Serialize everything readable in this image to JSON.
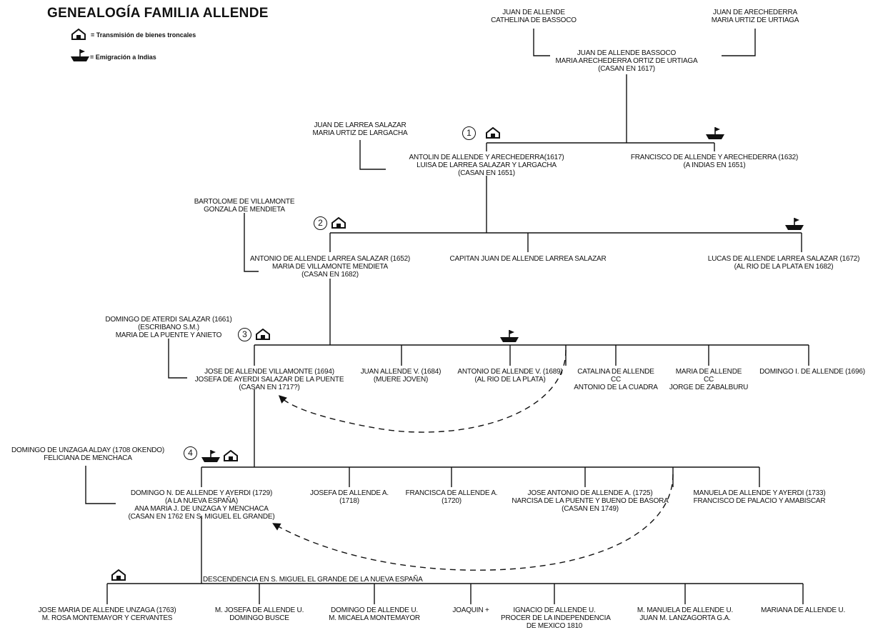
{
  "title": "GENEALOGÍA FAMILIA ALLENDE",
  "legend": {
    "house_label": "= Transmisión de bienes troncales",
    "ship_label": "= Emigración a Indias",
    "house_icon": "house-icon",
    "ship_icon": "ship-icon"
  },
  "markers": [
    "1",
    "2",
    "3",
    "4"
  ],
  "gen0": {
    "left_couple": [
      "JUAN DE ALLENDE",
      "CATHELINA DE BASSOCO"
    ],
    "right_couple": [
      "JUAN DE ARECHEDERRA",
      "MARIA URTIZ DE URTIAGA"
    ],
    "couple": [
      "JUAN  DE  ALLENDE  BASSOCO",
      "MARIA ARECHEDERRA ORTIZ DE URTIAGA",
      "(CASAN EN 1617)"
    ]
  },
  "gen1": {
    "spouse_parents": [
      "JUAN DE LARREA SALAZAR",
      "MARIA URTIZ DE LARGACHA"
    ],
    "heir": [
      "ANTOLIN DE ALLENDE Y ARECHEDERRA(1617)",
      "LUISA DE LARREA SALAZAR Y LARGACHA",
      "(CASAN EN 1651)"
    ],
    "emigrant": [
      "FRANCISCO DE ALLENDE Y ARECHEDERRA (1632)",
      "(A INDIAS EN 1651)"
    ]
  },
  "gen2": {
    "spouse_parents": [
      "BARTOLOME DE VILLAMONTE",
      "GONZALA DE MENDIETA"
    ],
    "heir": [
      "ANTONIO DE ALLENDE LARREA SALAZAR (1652)",
      "MARIA DE VILLAMONTE MENDIETA",
      "(CASAN EN 1682)"
    ],
    "sibling": [
      "CAPITAN JUAN DE ALLENDE LARREA SALAZAR"
    ],
    "emigrant": [
      "LUCAS DE ALLENDE LARREA SALAZAR (1672)",
      "(AL RIO DE LA PLATA  EN 1682)"
    ]
  },
  "gen3": {
    "spouse_parents": [
      "DOMINGO DE ATERDI SALAZAR (1661)",
      "(ESCRIBANO S.M.)",
      "MARIA DE LA PUENTE Y ANIETO"
    ],
    "heir": [
      "JOSE DE ALLENDE VILLAMONTE (1694)",
      "JOSEFA DE AYERDI SALAZAR DE LA PUENTE",
      "(CASAN EN 1717?)"
    ],
    "juan": [
      "JUAN ALLENDE V. (1684)",
      "(MUERE JOVEN)"
    ],
    "antonio": [
      "ANTONIO DE ALLENDE V. (1689)",
      "(AL RIO DE LA PLATA)"
    ],
    "catalina": [
      "CATALINA DE ALLENDE",
      "CC",
      "ANTONIO DE LA CUADRA"
    ],
    "maria": [
      "MARIA DE ALLENDE",
      "CC",
      "JORGE DE ZABALBURU"
    ],
    "domingo": [
      "DOMINGO I. DE ALLENDE (1696)"
    ]
  },
  "gen4": {
    "spouse_parents": [
      "DOMINGO DE UNZAGA ALDAY (1708 OKENDO)",
      "FELICIANA DE MENCHACA"
    ],
    "heir": [
      "DOMINGO N. DE ALLENDE Y AYERDI (1729)",
      "(A LA NUEVA ESPAÑA)",
      "ANA MARIA J. DE UNZAGA Y MENCHACA",
      "(CASAN EN 1762 EN S. MIGUEL EL GRANDE)"
    ],
    "josefa": [
      "JOSEFA DE ALLENDE A.",
      "(1718)"
    ],
    "francisca": [
      "FRANCISCA DE ALLENDE A.",
      "(1720)"
    ],
    "jose_antonio": [
      "JOSE ANTONIO DE ALLENDE A. (1725)",
      "NARCISA DE LA PUENTE Y BUENO DE BASORA",
      "(CASAN EN 1749)"
    ],
    "manuela": [
      "MANUELA DE ALLENDE Y AYERDI (1733)",
      "FRANCISCO DE PALACIO Y AMABISCAR"
    ]
  },
  "gen5": {
    "header": "DESCENDENCIA EN S. MIGUEL EL GRANDE DE LA NUEVA ESPAÑA",
    "jose_maria": [
      "JOSE MARIA DE ALLENDE UNZAGA (1763)",
      "M. ROSA MONTEMAYOR Y CERVANTES"
    ],
    "m_josefa": [
      "M. JOSEFA DE ALLENDE U.",
      "DOMINGO BUSCE"
    ],
    "domingo": [
      "DOMINGO DE ALLENDE U.",
      "M. MICAELA MONTEMAYOR"
    ],
    "joaquin": [
      "JOAQUIN +"
    ],
    "ignacio": [
      "IGNACIO DE ALLENDE U.",
      "PROCER DE LA INDEPENDENCIA",
      "DE MEXICO 1810"
    ],
    "m_manuela": [
      "M. MANUELA DE ALLENDE U.",
      "JUAN M. LANZAGORTA G.A."
    ],
    "mariana": [
      "MARIANA DE ALLENDE U."
    ]
  }
}
